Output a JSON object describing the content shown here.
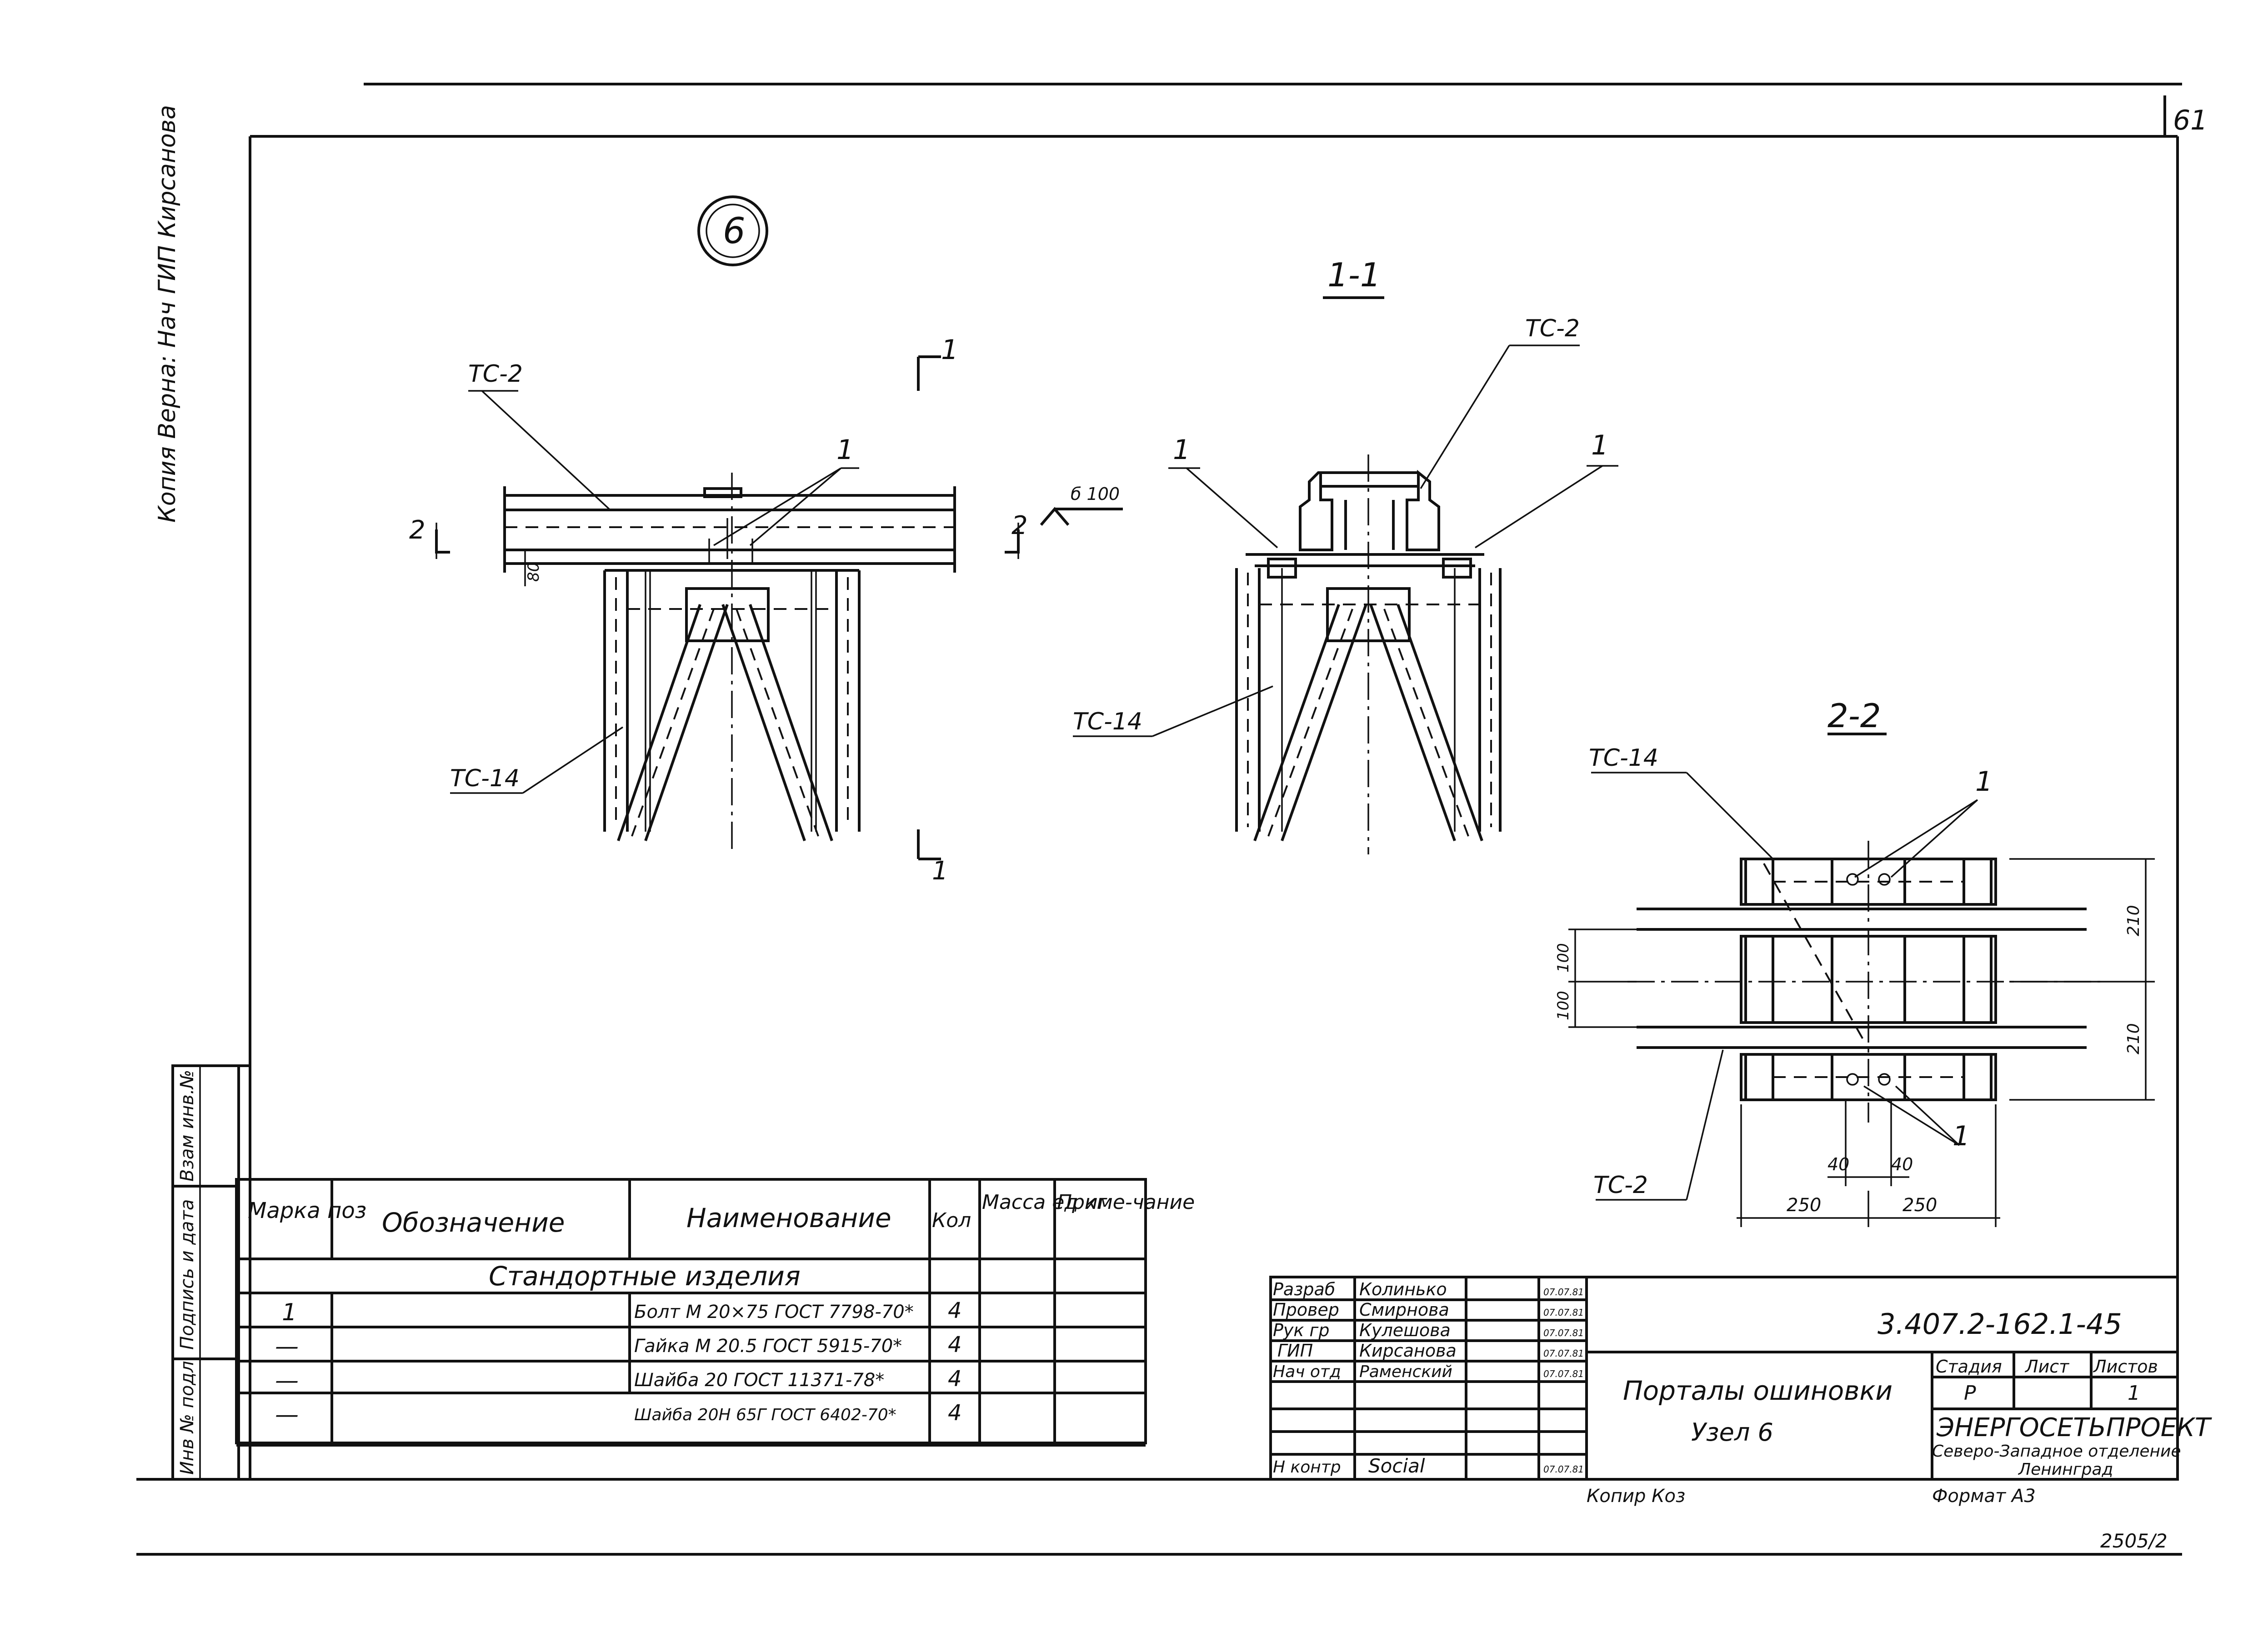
{
  "sheet": {
    "number": "61",
    "bottom_code": "2505/2"
  },
  "margin_note": "Копия Верна: Нач ГИП Кирсанова",
  "node_marker": "6",
  "section_11": {
    "title": "1-1"
  },
  "section_22": {
    "title": "2-2"
  },
  "labels": {
    "tc2": "ТС-2",
    "tc14": "ТС-14",
    "pos1": "1",
    "cut1": "1",
    "cut2": "2",
    "elev": "б 100",
    "dim80": "80",
    "dim100a": "100",
    "dim100b": "100",
    "dim210a": "210",
    "dim210b": "210",
    "dim40a": "40",
    "dim40b": "40",
    "dim250a": "250",
    "dim250b": "250"
  },
  "side_stamp": [
    "Взам инв.№",
    "Подпись и дата",
    "Инв № подл"
  ],
  "spec_table": {
    "headers": [
      "Марка поз",
      "Обозначение",
      "Наименование",
      "Кол",
      "Масса ед кг",
      "Приме-чание"
    ],
    "group": "Стандортные изделия",
    "rows": [
      {
        "mark": "1",
        "designation": "",
        "name": "Болт М 20×75 ГОСТ 7798-70*",
        "qty": "4",
        "mass": "",
        "note": ""
      },
      {
        "mark": "—",
        "designation": "",
        "name": "Гайка М 20.5 ГОСТ 5915-70*",
        "qty": "4",
        "mass": "",
        "note": ""
      },
      {
        "mark": "—",
        "designation": "",
        "name": "Шайба 20 ГОСТ 11371-78*",
        "qty": "4",
        "mass": "",
        "note": ""
      },
      {
        "mark": "—",
        "designation": "",
        "name": "Шайба 20Н 65Г ГОСТ 6402-70*",
        "qty": "4",
        "mass": "",
        "note": ""
      }
    ]
  },
  "title_block": {
    "doc_code": "3.407.2-162.1-45",
    "title_line1": "Порталы ошиновки",
    "title_line2": "Узел 6",
    "people": [
      {
        "role": "Разраб",
        "name": "Колинько",
        "date": "07.07.81"
      },
      {
        "role": "Провер",
        "name": "Смирнова",
        "date": "07.07.81"
      },
      {
        "role": "Рук гр",
        "name": "Кулешова",
        "date": "07.07.81"
      },
      {
        "role": "ГИП",
        "name": "Кирсанова",
        "date": "07.07.81"
      },
      {
        "role": "Нач отд",
        "name": "Раменский",
        "date": "07.07.81"
      },
      {
        "role": "Н контр",
        "name": "Social",
        "date": "07.07.81"
      }
    ],
    "stage_header": "Стадия",
    "sheet_header": "Лист",
    "sheets_header": "Листов",
    "stage": "Р",
    "sheet": "",
    "sheets": "1",
    "org1": "ЭНЕРГОСЕТЬПРОЕКТ",
    "org2": "Северо-Западное отделение",
    "org3": "Ленинград",
    "copied": "Копир Коз",
    "format": "Формат А3"
  }
}
